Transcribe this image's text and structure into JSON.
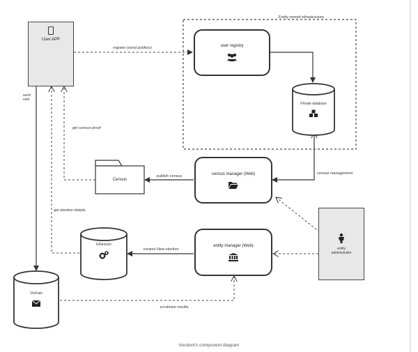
{
  "diagram": {
    "caption": "Vocdoni's component diagram",
    "group_label": "Entity owned infrastructure",
    "nodes": {
      "user_app": {
        "label": "User APP",
        "icon": "smartphone-icon"
      },
      "user_registry": {
        "label": "user registry",
        "icon": "users-icon"
      },
      "private_database": {
        "label": "Private database",
        "icon": "database-cubes-icon"
      },
      "census_manager": {
        "label": "census manager (Web)",
        "icon": "folder-open-icon"
      },
      "census": {
        "label": "Census"
      },
      "entity_manager": {
        "label": "entity manager (Web)",
        "icon": "bank-icon"
      },
      "ethereum": {
        "label": "Ethereum",
        "icon": "cogs-icon"
      },
      "vochain": {
        "label": "Vochain",
        "icon": "envelope-icon"
      },
      "entity_admin": {
        "label": "entity administrator",
        "icon": "person-icon"
      }
    },
    "edges": {
      "register": "register (send pubKey)",
      "send_vote": "send vote",
      "get_census_proof": "get census proof",
      "publish_census": "publish census",
      "census_management": "census management",
      "get_election_details": "get election details",
      "creates_election": "creates New election",
      "scrutinize": "scrutinize results"
    }
  }
}
